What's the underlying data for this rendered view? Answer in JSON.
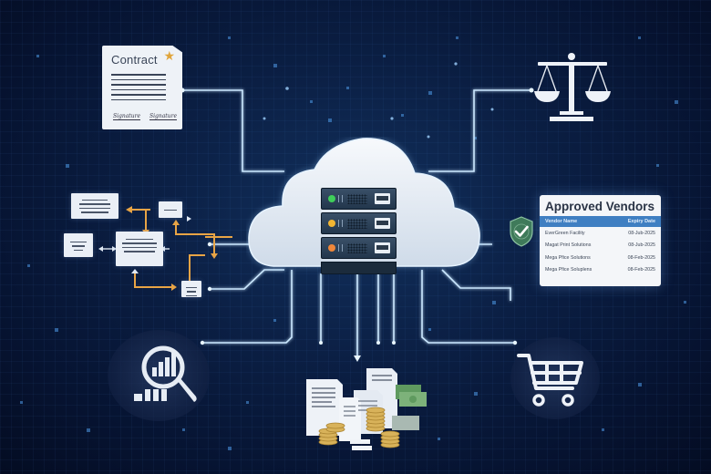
{
  "scene": {
    "description": "Cloud procurement / contract management illustration",
    "colors": {
      "background": "#0b1f44",
      "glow_line": "#bfe3ff",
      "flow_arrow": "#e8a445",
      "vendor_header": "#3f7fc2",
      "star": "#e0a53c",
      "shield": "#3f7a5a",
      "led_green": "#3fcf5a",
      "led_yellow": "#f2b632",
      "led_orange": "#f0873a"
    }
  },
  "contract": {
    "title": "Contract",
    "icon": "star-icon",
    "line_count": 6,
    "signatures": [
      "Signature",
      "Signature"
    ]
  },
  "legal": {
    "icon": "scales-of-justice-icon"
  },
  "cloud": {
    "icon": "cloud-icon",
    "server_units": [
      {
        "led": "green"
      },
      {
        "led": "yellow"
      },
      {
        "led": "orange"
      }
    ]
  },
  "workflow": {
    "icon": "document-workflow-icon",
    "node_count": 5
  },
  "approved_vendors": {
    "title": "Approved Vendors",
    "badge_icon": "shield-check-icon",
    "columns": [
      "Vendor Name",
      "Expiry Date"
    ],
    "rows": [
      {
        "vendor": "EverGreen Facility",
        "expiry": "08-Jub-2025"
      },
      {
        "vendor": "Magat Print Solutions",
        "expiry": "08-Jub-2025"
      },
      {
        "vendor": "Mega Pfice Solutions",
        "expiry": "08-Feb-2025"
      },
      {
        "vendor": "Mega Pfice Soluplens",
        "expiry": "08-Feb-2025"
      }
    ]
  },
  "analytics": {
    "icon": "magnifier-bar-chart-icon"
  },
  "invoices": {
    "icon": "documents-coins-cash-icon"
  },
  "purchasing": {
    "icon": "shopping-cart-icon"
  }
}
